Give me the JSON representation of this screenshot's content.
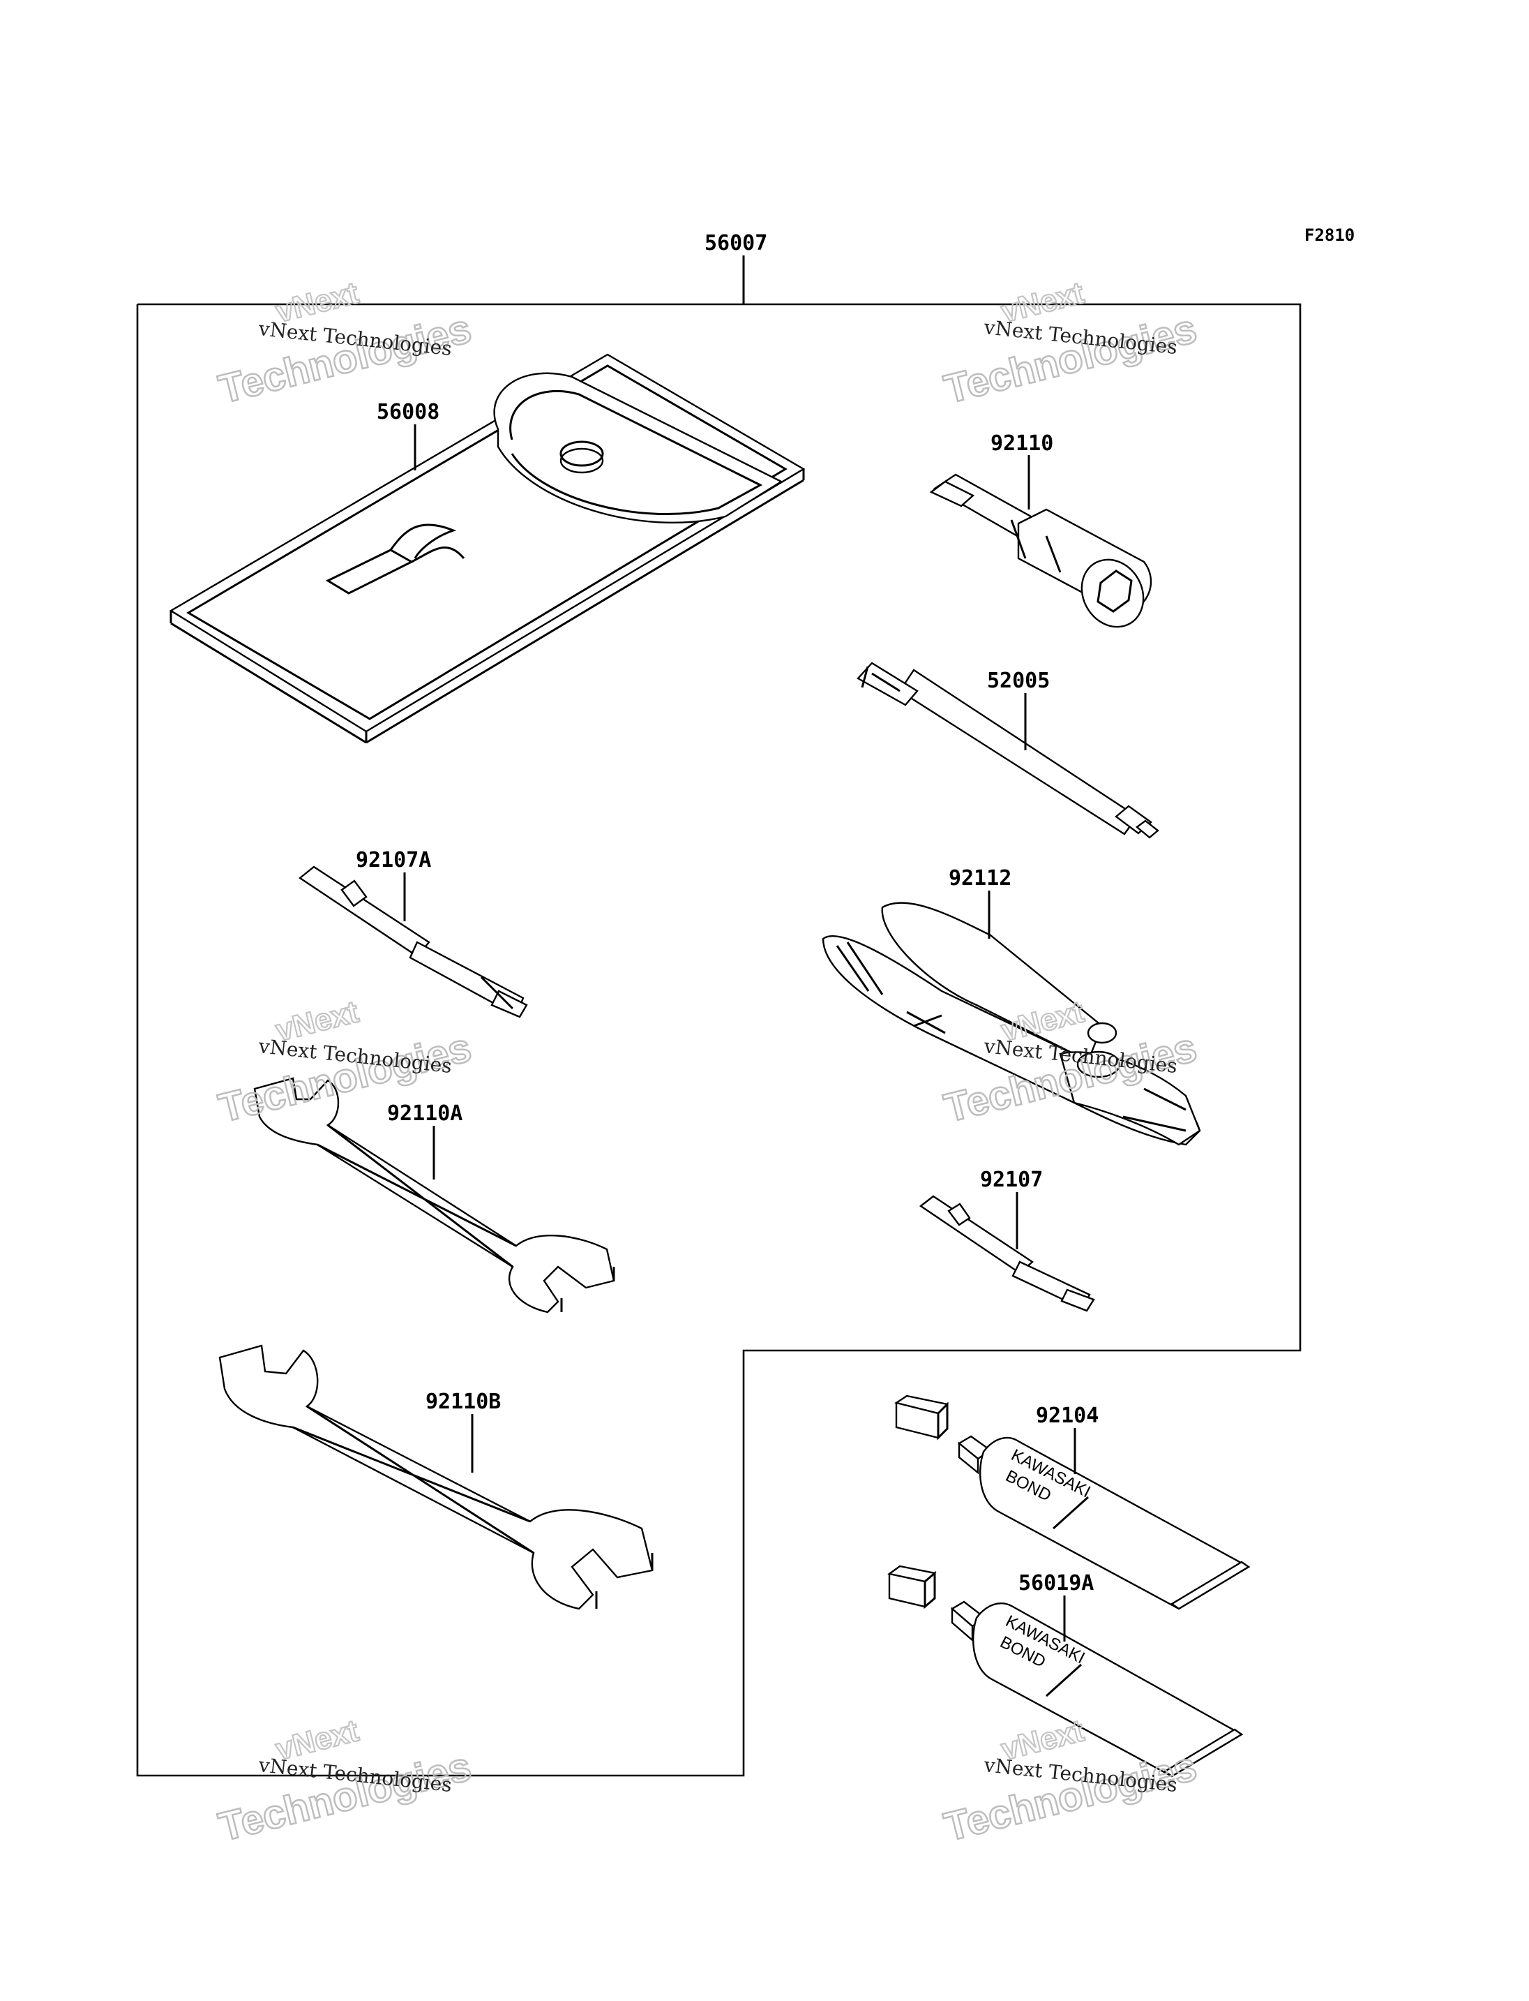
{
  "figure_code": "F2810",
  "assembly": {
    "label": "56007"
  },
  "parts": [
    {
      "id": "pouch",
      "label": "56008"
    },
    {
      "id": "plug-wrench",
      "label": "92110"
    },
    {
      "id": "handle",
      "label": "52005"
    },
    {
      "id": "screwdriver-a",
      "label": "92107A"
    },
    {
      "id": "pliers",
      "label": "92112"
    },
    {
      "id": "wrench-a",
      "label": "92110A"
    },
    {
      "id": "screwdriver",
      "label": "92107"
    },
    {
      "id": "wrench-b",
      "label": "92110B"
    },
    {
      "id": "bond-tube-1",
      "label": "92104"
    },
    {
      "id": "bond-tube-2",
      "label": "56019A"
    }
  ],
  "tube_print": {
    "line1": "KAWASAKI",
    "line2": "BOND"
  },
  "watermark": {
    "line1": "vNext Technologies",
    "line2": "Technologies",
    "line3": "vNext"
  }
}
